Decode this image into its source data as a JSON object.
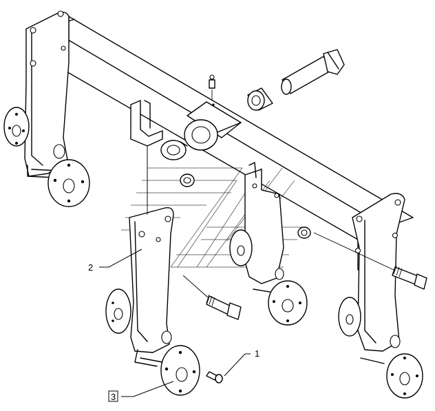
{
  "callouts": [
    {
      "id": "1",
      "label": "1",
      "boxed": false
    },
    {
      "id": "2",
      "label": "2",
      "boxed": false
    },
    {
      "id": "3",
      "label": "3",
      "boxed": true
    }
  ]
}
